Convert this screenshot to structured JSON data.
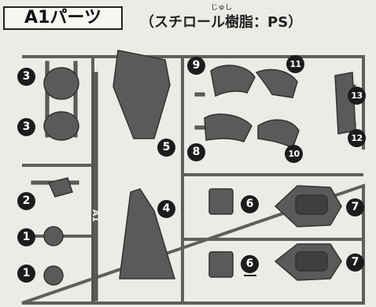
{
  "title": "A1パーツ",
  "material": "（スチロール樹脂：PS）",
  "furigana": "じゅし",
  "spine_label": "A1",
  "markers": {
    "m3a": "3",
    "m3b": "3",
    "m2": "2",
    "m1a": "1",
    "m1b": "1",
    "m9": "9",
    "m11": "11",
    "m5": "5",
    "m8": "8",
    "m10": "10",
    "m13": "13",
    "m12": "12",
    "m4": "4",
    "m6a": "6",
    "m6b": "6",
    "m7a": "7",
    "m7b": "7"
  },
  "colors": {
    "plastic": "#5a5a58",
    "frame": "#5f5f5c",
    "background": "#ebebe7",
    "marker": "#1c1c1c"
  }
}
